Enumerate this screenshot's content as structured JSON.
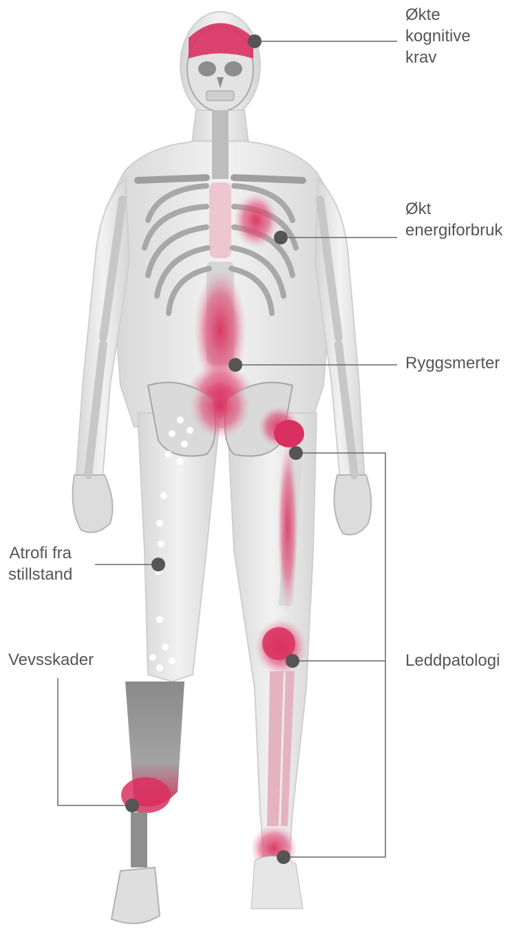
{
  "colors": {
    "accent": "#d9305f",
    "marker": "#555555",
    "line": "#666666",
    "label_text": "#555555",
    "body_fill": "#e9e9e9",
    "bone_fill": "#dedede"
  },
  "callouts": {
    "cognitive": {
      "lines": [
        "Økte",
        "kognitive",
        "krav"
      ]
    },
    "energy": {
      "lines": [
        "Økt",
        "energiforbruk"
      ]
    },
    "back_pain": {
      "lines": [
        "Ryggsmerter"
      ]
    },
    "atrophy": {
      "lines": [
        "Atrofi fra",
        "stillstand"
      ]
    },
    "tissue_damage": {
      "lines": [
        "Vevsskader"
      ]
    },
    "joint_pathology": {
      "lines": [
        "Leddpatologi"
      ]
    }
  }
}
